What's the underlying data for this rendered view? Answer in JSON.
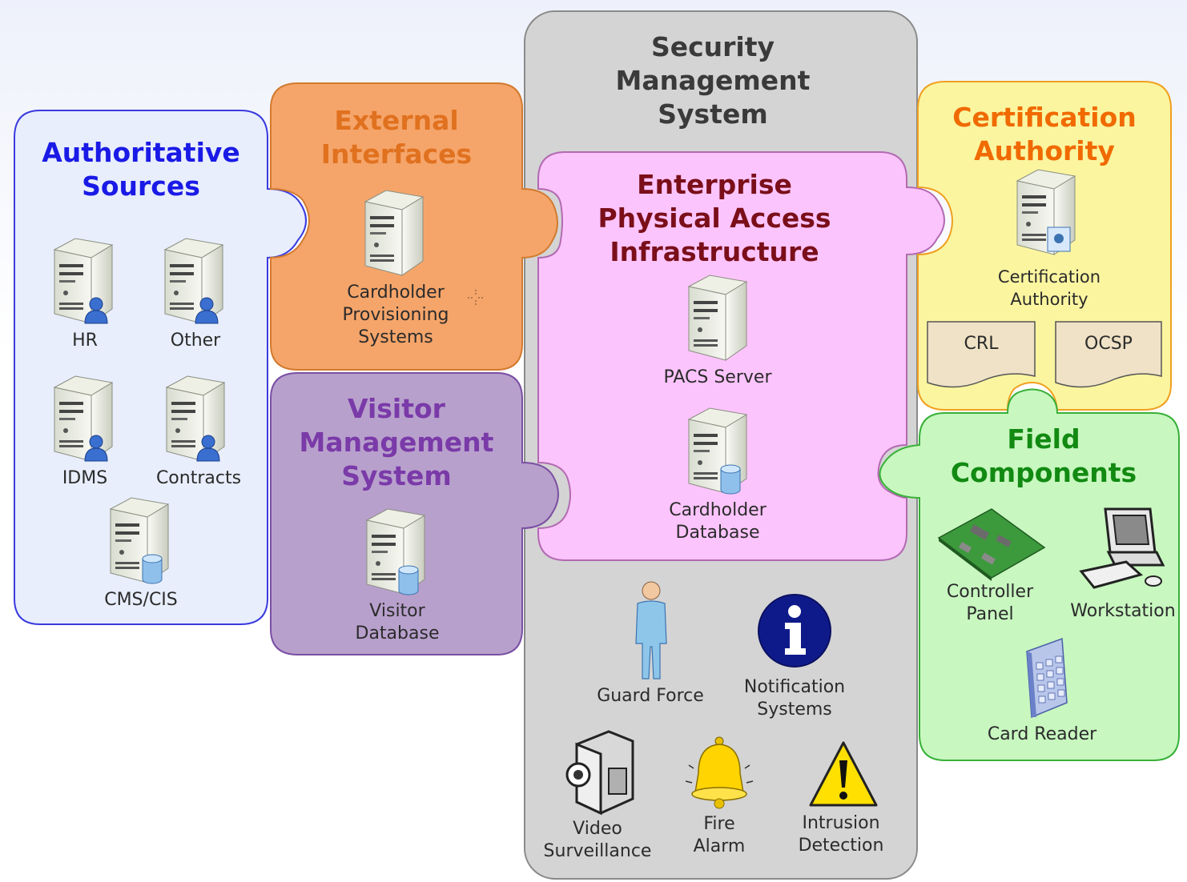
{
  "colors": {
    "authoritative": "#1a1ae6",
    "external": "#e0711f",
    "visitor": "#7a3aa8",
    "security": "#3a3a3a",
    "enterprise": "#7a0f1a",
    "certification": "#f06a00",
    "field": "#128a12"
  },
  "authoritative_sources": {
    "title_line1": "Authoritative",
    "title_line2": "Sources",
    "hr": "HR",
    "other": "Other",
    "idms": "IDMS",
    "contracts": "Contracts",
    "cms": "CMS/CIS"
  },
  "external_interfaces": {
    "title_line1": "External",
    "title_line2": "Interfaces",
    "system_line1": "Cardholder",
    "system_line2": "Provisioning",
    "system_line3": "Systems"
  },
  "visitor_management": {
    "title_line1": "Visitor",
    "title_line2": "Management",
    "title_line3": "System",
    "db_line1": "Visitor",
    "db_line2": "Database"
  },
  "security_management": {
    "title_line1": "Security",
    "title_line2": "Management",
    "title_line3": "System",
    "guard": "Guard Force",
    "notif_line1": "Notification",
    "notif_line2": "Systems",
    "video_line1": "Video",
    "video_line2": "Surveillance",
    "fire_line1": "Fire",
    "fire_line2": "Alarm",
    "intrusion_line1": "Intrusion",
    "intrusion_line2": "Detection"
  },
  "enterprise_pacs": {
    "title_line1": "Enterprise",
    "title_line2": "Physical Access",
    "title_line3": "Infrastructure",
    "server": "PACS Server",
    "db_line1": "Cardholder",
    "db_line2": "Database"
  },
  "certification_authority": {
    "title_line1": "Certification",
    "title_line2": "Authority",
    "ca_line1": "Certification",
    "ca_line2": "Authority",
    "crl": "CRL",
    "ocsp": "OCSP"
  },
  "field_components": {
    "title_line1": "Field",
    "title_line2": "Components",
    "controller_line1": "Controller",
    "controller_line2": "Panel",
    "workstation": "Workstation",
    "card_reader": "Card Reader"
  }
}
